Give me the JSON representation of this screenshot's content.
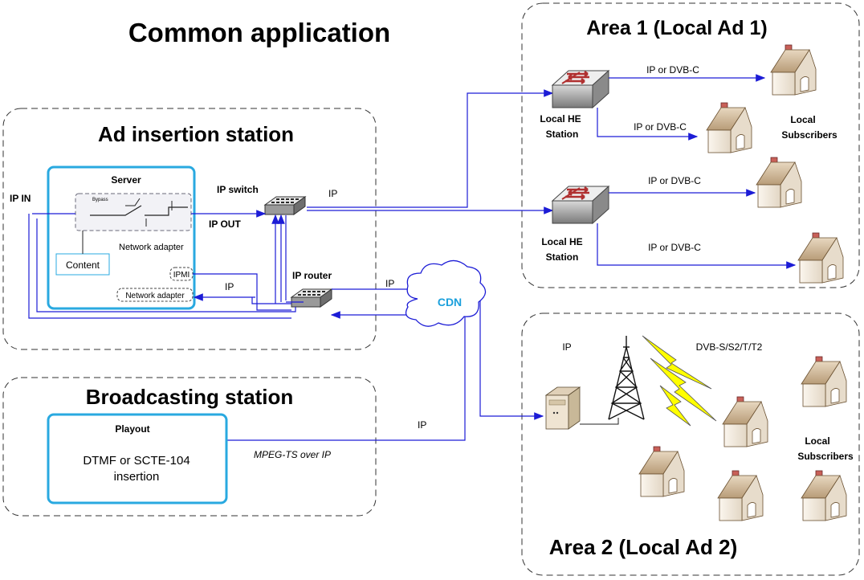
{
  "title": "Common application",
  "ad_station": {
    "title": "Ad insertion station",
    "server_label": "Server",
    "bypass_label": "Bypass",
    "network_adapter_label": "Network adapter",
    "content_label": "Content",
    "ipmi_label": "IPMI",
    "network_adapter2_label": "Network adapter",
    "ip_in_label": "IP IN",
    "ip_out_label": "IP OUT",
    "ip_switch_label": "IP switch",
    "ip_router_label": "IP router",
    "ip_label_router": "IP",
    "ip_label_switch": "IP",
    "ip_label_cdn": "IP"
  },
  "broadcast": {
    "title": "Broadcasting station",
    "playout_label": "Playout",
    "insertion_line1": "DTMF or SCTE-104",
    "insertion_line2": "insertion",
    "mpeg_label": "MPEG-TS over IP",
    "ip_label": "IP"
  },
  "cdn_label": "CDN",
  "area1": {
    "title": "Area 1 (Local Ad 1)",
    "he1_line1": "Local HE",
    "he1_line2": "Station",
    "he2_line1": "Local HE",
    "he2_line2": "Station",
    "link_labels": [
      "IP or DVB-C",
      "IP or DVB-C",
      "IP or DVB-C",
      "IP or DVB-C"
    ],
    "subscribers_line1": "Local",
    "subscribers_line2": "Subscribers"
  },
  "area2": {
    "title": "Area 2 (Local Ad 2)",
    "ip_label": "IP",
    "dvb_label": "DVB-S/S2/T/T2",
    "subscribers_line1": "Local",
    "subscribers_line2": "Subscribers"
  },
  "colors": {
    "link": "#1c1cd6",
    "frame": "#29a9e0",
    "cdn_text": "#1ba0dc",
    "lightning": "#ffff00"
  }
}
